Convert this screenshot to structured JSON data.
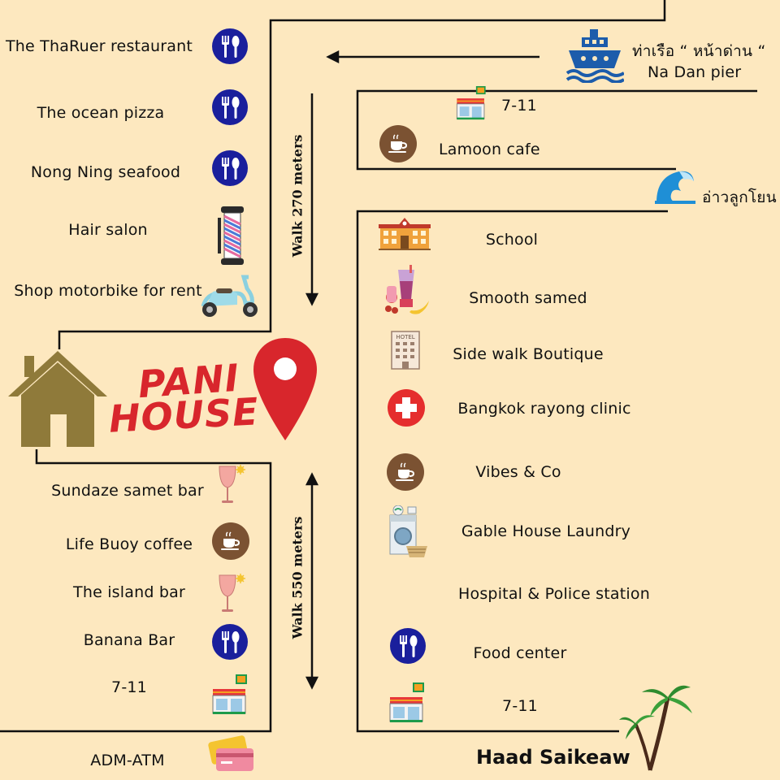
{
  "brand": {
    "line1": "PANI",
    "line2": "HOUSE",
    "color": "#d8262c"
  },
  "pier": {
    "thai": "ท่าเรือ “ หน้าด่าน “",
    "name": "Na Dan pier",
    "icon": "ship-icon"
  },
  "bay": {
    "thai": "อ่าวลูกโยน",
    "icon": "wave-icon"
  },
  "walk_north": "Walk 270 meters",
  "walk_south": "Walk 550 meters",
  "beach": "Haad Saikeaw",
  "atm": "ADM-ATM",
  "top_left_places": [
    {
      "label": "The ThaRuer restaurant",
      "icon": "restaurant-icon"
    },
    {
      "label": "The ocean pizza",
      "icon": "restaurant-icon"
    },
    {
      "label": "Nong Ning seafood",
      "icon": "restaurant-icon"
    },
    {
      "label": "Hair salon",
      "icon": "barber-pole-icon"
    },
    {
      "label": "Shop motorbike for rent",
      "icon": "scooter-icon"
    }
  ],
  "bottom_left_places": [
    {
      "label": "Sundaze samet bar",
      "icon": "wine-glass-icon"
    },
    {
      "label": "Life Buoy coffee",
      "icon": "coffee-icon"
    },
    {
      "label": "The island bar",
      "icon": "wine-glass-icon"
    },
    {
      "label": "Banana Bar",
      "icon": "restaurant-icon"
    },
    {
      "label": "7-11",
      "icon": "convenience-store-icon"
    }
  ],
  "upper_right_places": [
    {
      "label": "7-11",
      "icon": "convenience-store-icon"
    },
    {
      "label": "Lamoon cafe",
      "icon": "coffee-icon"
    }
  ],
  "right_places": [
    {
      "label": "School",
      "icon": "school-icon"
    },
    {
      "label": "Smooth samed",
      "icon": "smoothie-icon"
    },
    {
      "label": "Side walk Boutique",
      "icon": "hotel-icon"
    },
    {
      "label": "Bangkok rayong clinic",
      "icon": "medical-cross-icon"
    },
    {
      "label": "Vibes & Co",
      "icon": "coffee-icon"
    },
    {
      "label": "Gable House Laundry",
      "icon": "washing-machine-icon"
    },
    {
      "label": "Hospital & Police station",
      "icon": "medical-cross-icon"
    },
    {
      "label": "Food center",
      "icon": "restaurant-icon"
    },
    {
      "label": "7-11",
      "icon": "convenience-store-icon"
    }
  ],
  "colors": {
    "background": "#fde8bf",
    "navy": "#1a1f9c",
    "coffee": "#7b5232",
    "red": "#e52d2d",
    "pin": "#d8262c",
    "house": "#8f7a3a",
    "ship": "#1c5cab"
  }
}
